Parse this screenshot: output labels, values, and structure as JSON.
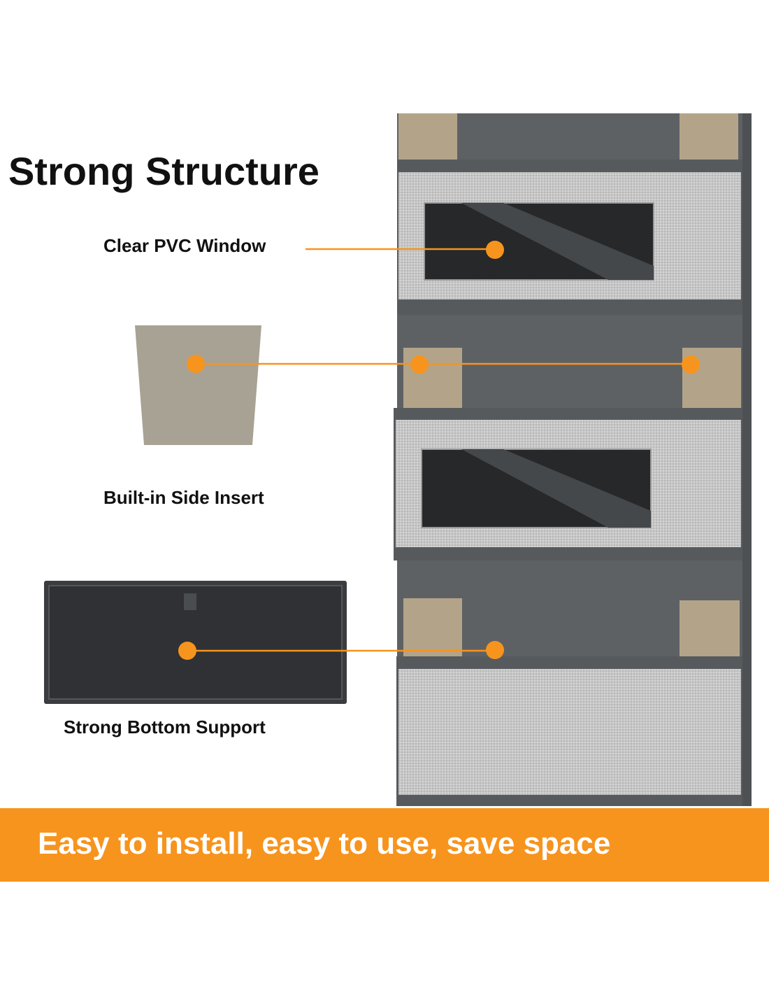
{
  "title": "Strong Structure",
  "callouts": [
    {
      "label": "Clear PVC Window"
    },
    {
      "label": "Built-in Side Insert"
    },
    {
      "label": "Strong Bottom Support"
    }
  ],
  "banner": {
    "text": "Easy to install, easy to use, save space"
  },
  "colors": {
    "accent": "#f7941d",
    "fabric_light": "#c9c9c9",
    "fabric_dark": "#5d6063",
    "cardboard": "#b5a58a"
  }
}
